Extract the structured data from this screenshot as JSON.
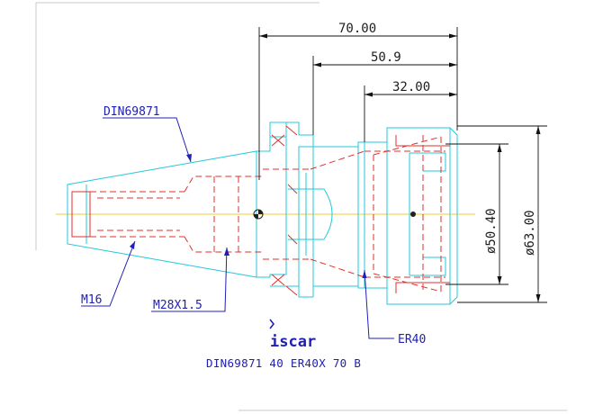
{
  "dimensions": {
    "length_overall": "70.00",
    "length_mid": "50.9",
    "length_short": "32.00",
    "diameter_small": "ø50.40",
    "diameter_large": "ø63.00"
  },
  "callouts": {
    "taper_standard": "DIN69871",
    "thread_small": "M16",
    "thread_large": "M28X1.5",
    "collet_type": "ER40"
  },
  "logo_text": "iscar",
  "designation": "DIN69871 40 ER40X 70 B",
  "colors": {
    "outline": "#22c8d8",
    "hidden": "#e0302c",
    "dimension": "#111111",
    "callout": "#2020b8",
    "axis": "#e8d030"
  }
}
